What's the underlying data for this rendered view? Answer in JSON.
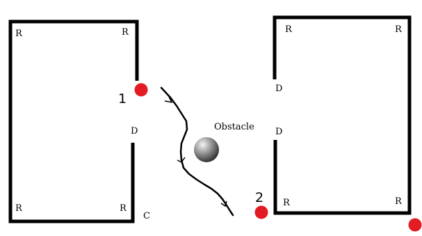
{
  "labels": {
    "corner_r": "R",
    "door_d": "D",
    "corner_c": "C",
    "point_1": "1",
    "point_2": "2",
    "obstacle": "Obstacle"
  },
  "colors": {
    "wall": "#000000",
    "point": "#e31b23",
    "background": "#ffffff",
    "obstacle_light": "#f4f4f4",
    "obstacle_dark": "#2a2a2a"
  }
}
